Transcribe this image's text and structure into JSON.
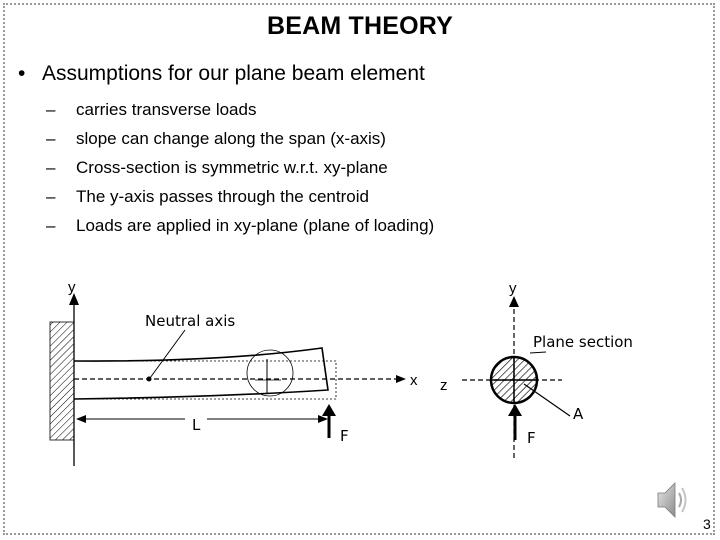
{
  "slide": {
    "title": "BEAM THEORY",
    "bullet": {
      "symbol": "•",
      "text": "Assumptions for our plane beam element",
      "sub_items": [
        "carries transverse loads",
        "slope can change along the span (x-axis)",
        "Cross-section is symmetric w.r.t. xy-plane",
        "The y-axis passes through the centroid",
        "Loads are applied in xy-plane (plane of loading)"
      ],
      "sub_symbol": "–"
    },
    "diagram": {
      "beam_y_label": "y",
      "neutral_axis_label": "Neutral axis",
      "x_label": "x",
      "length_label": "L",
      "force_label": "F",
      "section_y_label": "y",
      "plane_section_label": "Plane section",
      "z_label": "z",
      "section_force_label": "F",
      "area_label": "A"
    },
    "speaker_icon": "speaker-icon",
    "page_number": "3"
  }
}
